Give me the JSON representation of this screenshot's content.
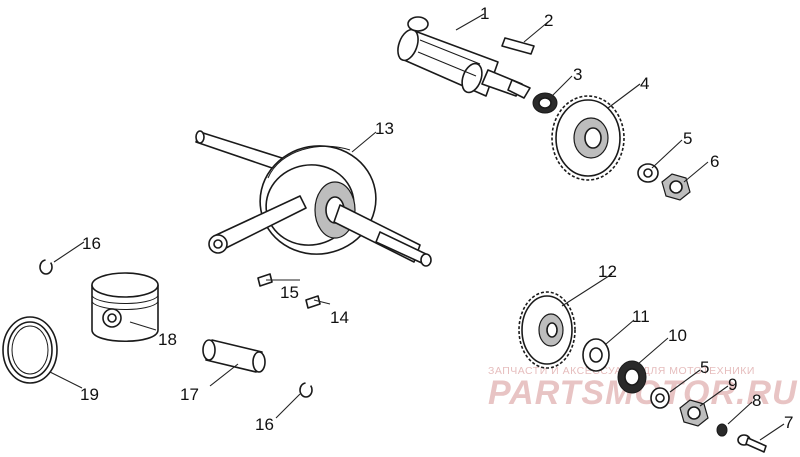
{
  "callouts": {
    "p1": "1",
    "p2": "2",
    "p3": "3",
    "p4": "4",
    "p5a": "5",
    "p6": "6",
    "p12": "12",
    "p11": "11",
    "p10": "10",
    "p5b": "5",
    "p9": "9",
    "p8": "8",
    "p7": "7",
    "p13": "13",
    "p15": "15",
    "p14": "14",
    "p16a": "16",
    "p18": "18",
    "p19": "19",
    "p17": "17",
    "p16b": "16"
  },
  "watermark": {
    "tagline": "ЗАПЧАСТИ И АКСЕССУАРЫ ДЛЯ МОТОТЕХНИКИ",
    "logo": "PARTSMOTOR.RU"
  },
  "colors": {
    "line": "#1a1a1a",
    "watermark": "#e8c4c4"
  }
}
